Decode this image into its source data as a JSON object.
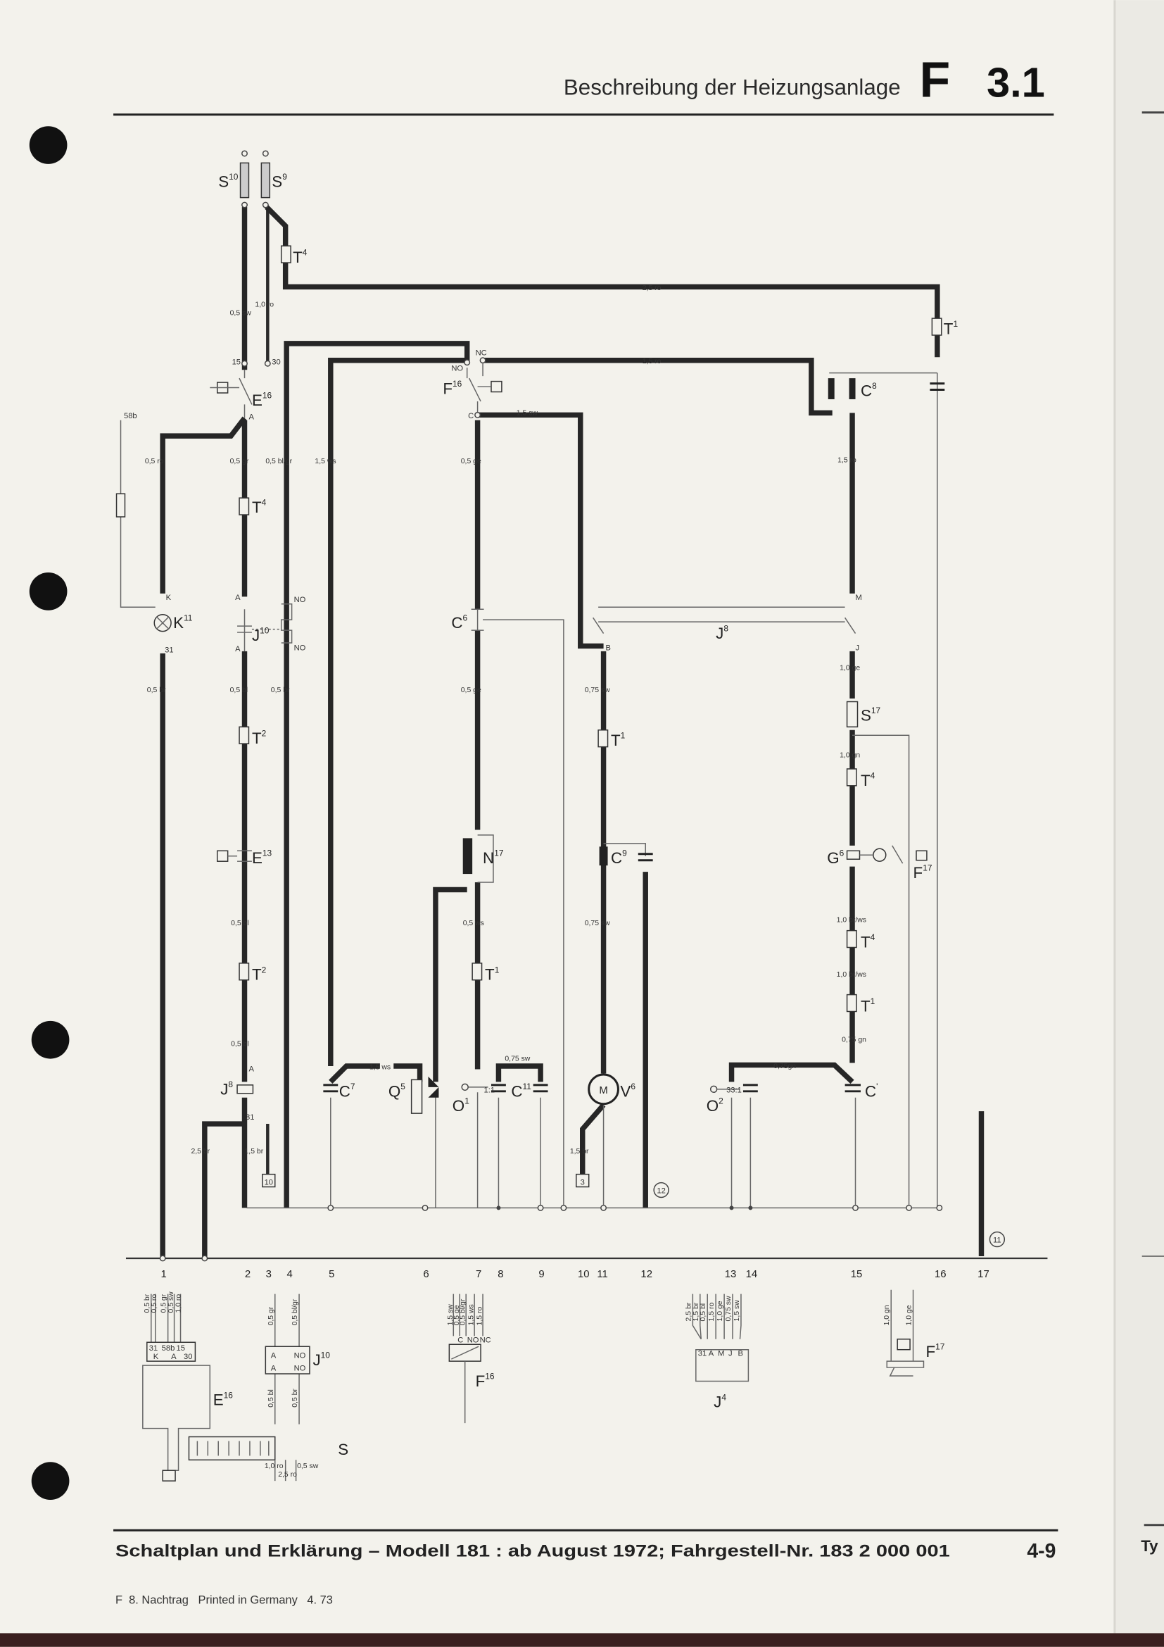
{
  "header": {
    "title": "Beschreibung der Heizungsanlage",
    "section_letter": "F",
    "section_number": "3.1"
  },
  "footer": {
    "caption": "Schaltplan und Erklärung – Modell 181 : ab August 1972; Fahrgestell-Nr. 183 2 000 001",
    "page_number": "4-9",
    "print_note": "F  8. Nachtrag   Printed in Germany   4. 73",
    "next_page_fragment": "Ty"
  },
  "components": {
    "S10": {
      "n": "S",
      "s": "10"
    },
    "S9": {
      "n": "S",
      "s": "9"
    },
    "T4a": {
      "n": "T",
      "s": "4"
    },
    "T1a": {
      "n": "T",
      "s": "1"
    },
    "E16": {
      "n": "E",
      "s": "16"
    },
    "F16": {
      "n": "F",
      "s": "16"
    },
    "C8": {
      "n": "C",
      "s": "8"
    },
    "T4b": {
      "n": "T",
      "s": "4"
    },
    "K11": {
      "n": "K",
      "s": "11"
    },
    "J10": {
      "n": "J",
      "s": "10"
    },
    "C6": {
      "n": "C",
      "s": "6"
    },
    "J8relay": {
      "n": "J",
      "s": "8"
    },
    "S17": {
      "n": "S",
      "s": "17"
    },
    "T2a": {
      "n": "T",
      "s": "2"
    },
    "T1b": {
      "n": "T",
      "s": "1"
    },
    "T4c": {
      "n": "T",
      "s": "4"
    },
    "E13": {
      "n": "E",
      "s": "13"
    },
    "N17": {
      "n": "N",
      "s": "17"
    },
    "C9": {
      "n": "C",
      "s": "9"
    },
    "G6": {
      "n": "G",
      "s": "6"
    },
    "F17": {
      "n": "F",
      "s": "17"
    },
    "T2b": {
      "n": "T",
      "s": "2"
    },
    "T1c": {
      "n": "T",
      "s": "1"
    },
    "T4d": {
      "n": "T",
      "s": "4"
    },
    "T1d": {
      "n": "T",
      "s": "1"
    },
    "J8": {
      "n": "J",
      "s": "8"
    },
    "C7": {
      "n": "C",
      "s": "7"
    },
    "Q5": {
      "n": "Q",
      "s": "5"
    },
    "O1": {
      "n": "O",
      "s": "1"
    },
    "C11": {
      "n": "C",
      "s": "11"
    },
    "V6": {
      "n": "V",
      "s": "6"
    },
    "O2": {
      "n": "O",
      "s": "2"
    },
    "C1": {
      "n": "C",
      "s": "'"
    },
    "bE16": {
      "n": "E",
      "s": "16"
    },
    "bJ10": {
      "n": "J",
      "s": "10"
    },
    "bF16": {
      "n": "F",
      "s": "16"
    },
    "bJ4": {
      "n": "J",
      "s": "4"
    },
    "bF17": {
      "n": "F",
      "s": "17"
    },
    "bS": {
      "n": "S",
      "s": ""
    }
  },
  "wire_labels": [
    "2,5 ro",
    "1,0 ro",
    "0,5 sw",
    "1,5 ro",
    "1,5 sw",
    "0,5 ro",
    "0,5 gr",
    "0,5 bl/gr",
    "1,5 ws",
    "0,5 ge",
    "1,5 ro",
    "0,5 br",
    "0,5 bl",
    "0,5 br",
    "0,5 ge",
    "0,75 sw",
    "1,0 ge",
    "1,0 gn",
    "0,5 bl",
    "0,5 ws",
    "0,75 sw",
    "1,0 br/ws",
    "1,0 br/ws",
    "0,5 bl",
    "0,75 gn",
    "1,5 ws",
    "0,75 sw",
    "0,75gn",
    "2,5 br",
    "1,5 br",
    "1,5 br"
  ],
  "terminals": [
    "15",
    "30",
    "A",
    "58b",
    "K",
    "31",
    "NO",
    "NC",
    "C",
    "A",
    "A",
    "NO",
    "NO",
    "B",
    "M",
    "J",
    "A",
    "31",
    "1:1",
    "33:1"
  ],
  "connector_refs": [
    "10",
    "3",
    "12",
    "11"
  ],
  "track_numbers": [
    "1",
    "2",
    "3",
    "4",
    "5",
    "6",
    "7",
    "8",
    "9",
    "10",
    "11",
    "12",
    "13",
    "14",
    "15",
    "16",
    "17"
  ],
  "bottom_pins": {
    "e16_wires": [
      "0,5 br",
      "0,5 ro",
      "0,5 gr",
      "0,5 sw",
      "1,0 ro"
    ],
    "e16_pins": [
      "31",
      "58b",
      "15",
      "K",
      "A",
      "30"
    ],
    "j10_top": [
      "0,5 gr",
      "0,5 bl/gr"
    ],
    "j10_pins": [
      "A",
      "NO",
      "A",
      "NO"
    ],
    "j10_bottom": [
      "0,5 bl",
      "0,5 br"
    ],
    "f16_wires": [
      "1,5 sw",
      "0,5 ge",
      "0,5 bl/gr",
      "1,5 ws",
      "1,5 ro"
    ],
    "f16_pins": [
      "C",
      "NO",
      "NC"
    ],
    "j4_wires": [
      "2,5 br",
      "1,5 br",
      "0,5 bl",
      "1,5 ro",
      "1,0 ge",
      "0,75 sw",
      "1,5 sw"
    ],
    "j4_pins": [
      "31",
      "A",
      "M",
      "J",
      "B"
    ],
    "f17_wires": [
      "1,0 gn",
      "1,0 ge"
    ],
    "s_wires": [
      "1,0 ro",
      "0,5 sw",
      "2,5 ro"
    ]
  }
}
